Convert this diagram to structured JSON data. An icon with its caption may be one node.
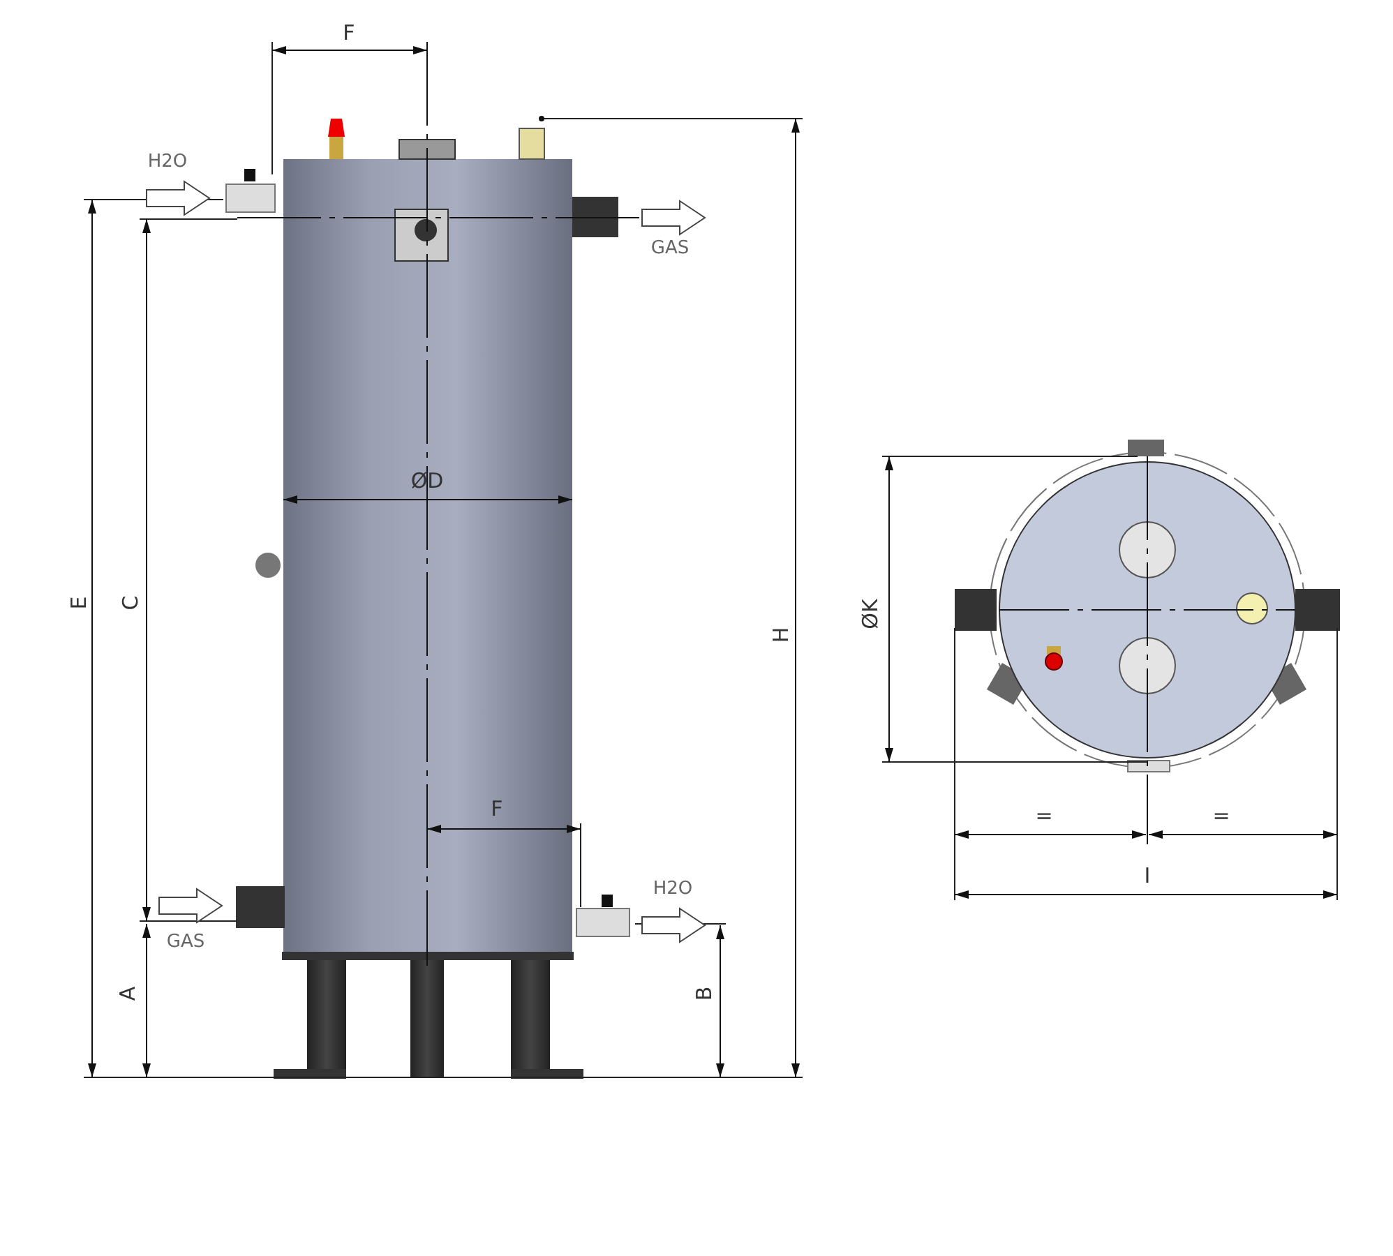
{
  "diagram": {
    "labels": [
      "F",
      "H2O",
      "GAS",
      "E",
      "C",
      "ØD",
      "H",
      "F",
      "H2O",
      "GAS",
      "A",
      "B",
      "ØK",
      "=",
      "=",
      "I"
    ]
  }
}
